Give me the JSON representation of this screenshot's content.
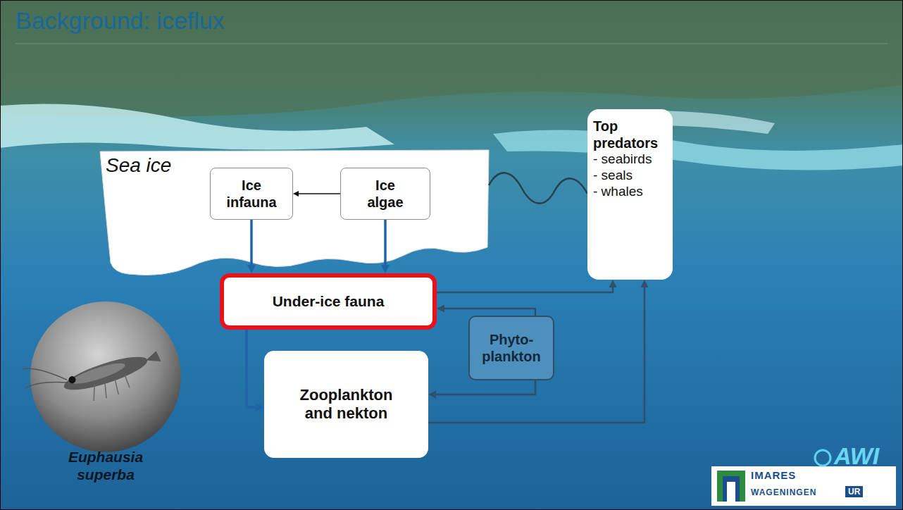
{
  "diagram": {
    "title": "Background: iceflux",
    "nodes": [
      {
        "text": [
          "Sea ice"
        ]
      },
      {
        "text": [
          "Ice infauna"
        ],
        "in": 0
      },
      {
        "text": [
          "Ice algae"
        ],
        "in": 0
      },
      {
        "text": [
          "Top predators",
          "- seabirds",
          "- seals",
          "- whales"
        ]
      },
      {
        "text": [
          "Under-ice fauna"
        ]
      },
      {
        "text": [
          "Phyto- plankton"
        ]
      },
      {
        "text": [
          "Zooplankton and nekton"
        ]
      }
    ],
    "edges": [
      {
        "from": 2,
        "to": 1,
        "arrow": "to"
      },
      {
        "from": 1,
        "to": 4,
        "arrow": "to"
      },
      {
        "from": 2,
        "to": 4,
        "arrow": "to"
      },
      {
        "from": 0,
        "to": 3,
        "arrow": "none"
      },
      {
        "from": 4,
        "to": 3,
        "arrow": "to"
      },
      {
        "from": 5,
        "to": 4,
        "arrow": "to"
      },
      {
        "from": 5,
        "to": 6,
        "arrow": "to"
      },
      {
        "from": 4,
        "to": 6,
        "arrow": "to"
      },
      {
        "from": 6,
        "to": 3,
        "arrow": "to"
      }
    ],
    "labels": [
      "Euphausia superba",
      "AWI",
      "IMARES",
      "WAGENINGEN",
      "UR"
    ]
  }
}
